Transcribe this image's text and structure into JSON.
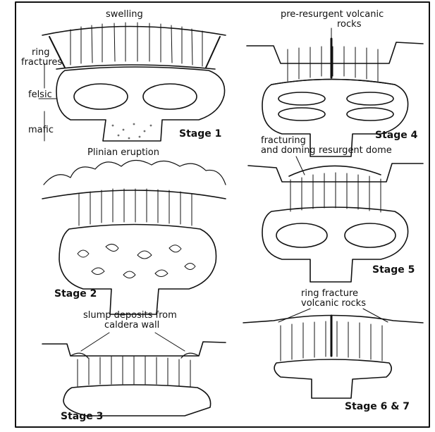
{
  "labels": {
    "swelling": "swelling",
    "ring_fractures_1": "ring",
    "ring_fractures_2": "fractures",
    "felsic": "felsic",
    "mafic": "mafic",
    "stage1": "Stage 1",
    "pre_resurgent_1": "pre-resurgent volcanic",
    "pre_resurgent_2": "rocks",
    "stage4": "Stage 4",
    "plinian": "Plinian eruption",
    "fracturing_1": "fracturing",
    "fracturing_2": "and doming",
    "resurgent_dome": "resurgent dome",
    "stage2": "Stage 2",
    "stage5": "Stage 5",
    "ring_volc_1": "ring fracture",
    "ring_volc_2": "volcanic rocks",
    "slump_1": "slump deposits from",
    "slump_2": "caldera wall",
    "stage3": "Stage 3",
    "stage67": "Stage 6 & 7"
  }
}
